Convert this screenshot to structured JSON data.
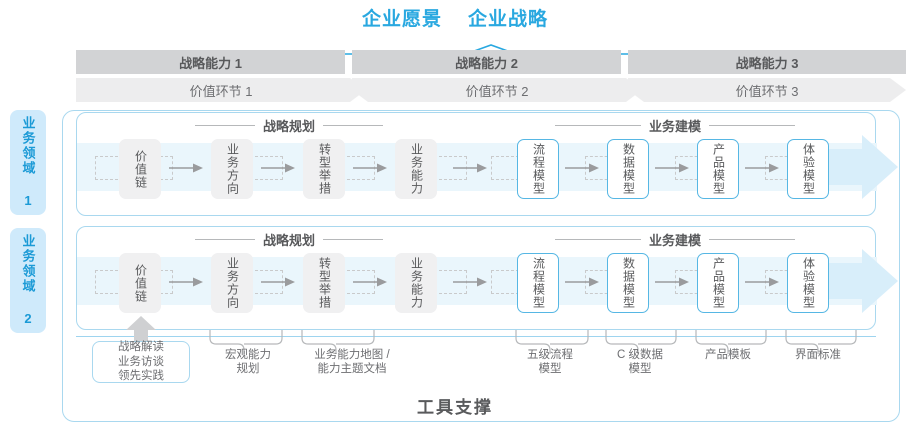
{
  "header": {
    "vision": "企业愿景",
    "strategy": "企业战略"
  },
  "capabilities": [
    {
      "label": "战略能力 1"
    },
    {
      "label": "战略能力 2"
    },
    {
      "label": "战略能力 3"
    }
  ],
  "value_chain": [
    {
      "label": "价值环节 1"
    },
    {
      "label": "价值环节 2"
    },
    {
      "label": "价值环节 3"
    }
  ],
  "domains": [
    {
      "label": "业务领域 1"
    },
    {
      "label": "业务领域 2"
    }
  ],
  "sections": {
    "strategy_planning": "战略规划",
    "business_modeling": "业务建模"
  },
  "steps": {
    "value_chain": "价值链",
    "business_direction": "业务方向",
    "transformation_measures": "转型举措",
    "business_capability": "业务能力",
    "process_model": "流程模型",
    "data_model": "数据模型",
    "product_model": "产品模型",
    "experience_model": "体验模型"
  },
  "tools": {
    "box": {
      "line1": "战略解读",
      "line2": "业务访谈",
      "line3": "领先实践"
    },
    "macro_capability": "宏观能力\n规划",
    "capability_map": "业务能力地图 /\n能力主题文档",
    "process_model_five": "五级流程\n模型",
    "data_model_c": "C 级数据\n模型",
    "product_template": "产品模板",
    "ui_standard": "界面标准"
  },
  "footer": {
    "tool_support": "工具支撑"
  },
  "colors": {
    "accent_blue": "#29a8e0",
    "light_blue": "#a9d8ef",
    "pale_blue_band": "#eaf6fc",
    "tab_blue": "#cfeafb",
    "header_gray": "#d2d3d5",
    "band_gray": "#ededee",
    "box_gray": "#f0f0f1",
    "text_gray": "#58595b"
  }
}
